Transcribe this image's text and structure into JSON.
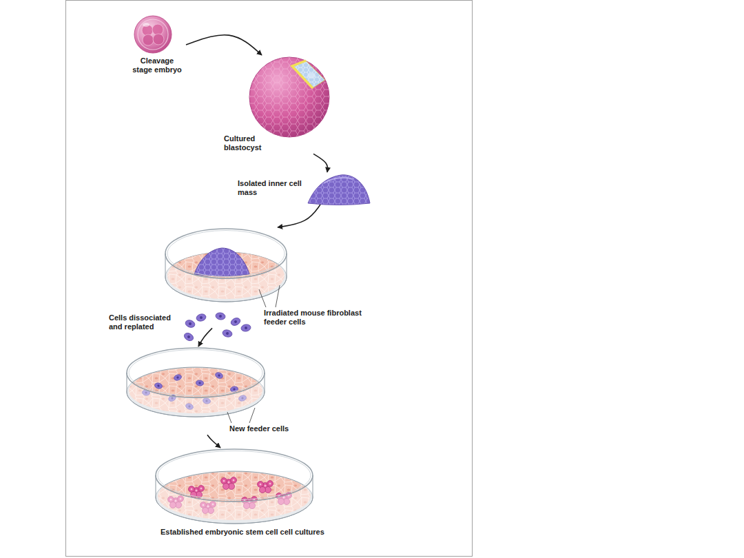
{
  "diagram": {
    "nodes": [
      {
        "text": [
          "Cleavage stage embryo"
        ]
      },
      {
        "text": [
          "Cultured blastocyst"
        ]
      },
      {
        "text": [
          "Isolated inner cell mass"
        ]
      },
      {
        "text": [
          "Irradiated mouse fibroblast feeder cells"
        ]
      },
      {
        "text": [
          "New feeder cells"
        ]
      },
      {
        "text": [
          "Established embryonic stem cell cell cultures"
        ]
      }
    ],
    "edges": [
      {
        "from": 0,
        "to": 1,
        "arrow": "to"
      },
      {
        "from": 1,
        "to": 2,
        "arrow": "to"
      },
      {
        "from": 2,
        "to": 3,
        "arrow": "to"
      },
      {
        "from": 3,
        "to": 4,
        "arrow": "to",
        "label": "Cells dissociated and replated"
      },
      {
        "from": 4,
        "to": 5,
        "arrow": "to"
      }
    ]
  }
}
